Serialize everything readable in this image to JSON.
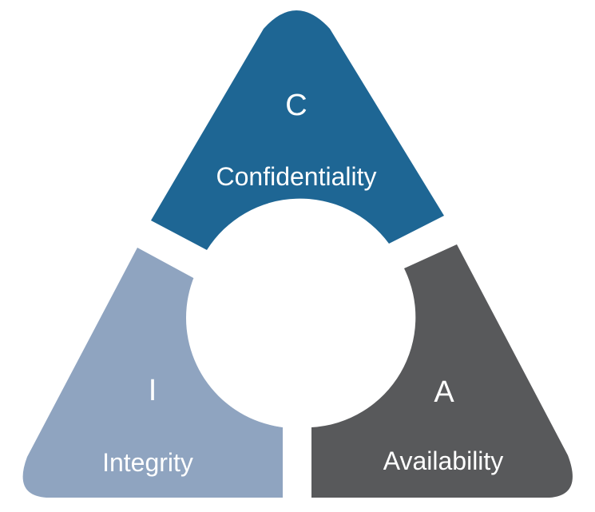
{
  "diagram": {
    "segments": {
      "confidentiality": {
        "letter": "C",
        "label": "Confidentiality",
        "color": "#1e6694"
      },
      "integrity": {
        "letter": "I",
        "label": "Integrity",
        "color": "#8fa4c0"
      },
      "availability": {
        "letter": "A",
        "label": "Availability",
        "color": "#58595b"
      }
    },
    "background_color": "#ffffff"
  }
}
